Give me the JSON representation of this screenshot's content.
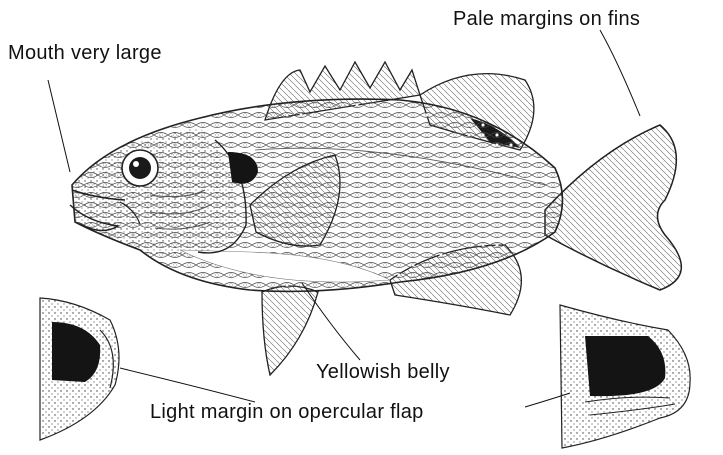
{
  "labels": {
    "mouth": "Mouth very large",
    "fins": "Pale margins on fins",
    "belly": "Yellowish belly",
    "flap": "Light margin on opercular flap"
  },
  "colors": {
    "ink": "#111111",
    "gill_patch": "#141414",
    "paper": "#ffffff"
  },
  "figures": [
    "fish-illustration",
    "opercular-flap-inset-left",
    "opercular-flap-inset-right"
  ]
}
